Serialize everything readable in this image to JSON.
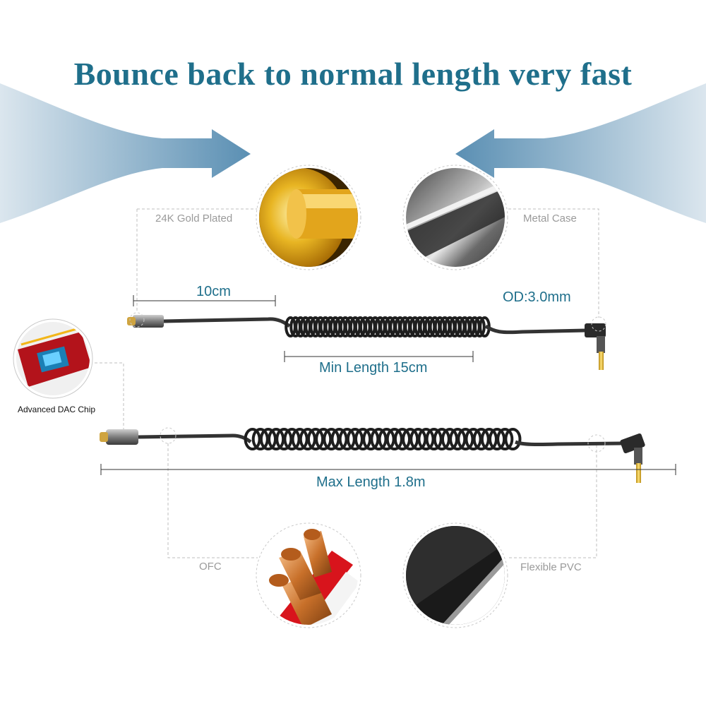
{
  "headline": "Bounce back to normal length very fast",
  "callouts": {
    "gold": "24K Gold Plated",
    "metal": "Metal Case",
    "ofc": "OFC",
    "pvc": "Flexible PVC",
    "dac": "Advanced DAC Chip"
  },
  "measurements": {
    "connector_length": "10cm",
    "outer_diameter": "OD:3.0mm",
    "min_length": "Min Length 15cm",
    "max_length": "Max Length 1.8m"
  },
  "colors": {
    "accent": "#1f6f8b",
    "arrow": "#5a8fb3",
    "gold": "#d9a21a",
    "cable": "#2b2b2b"
  },
  "icons": [
    "gold-plug-icon",
    "metal-case-icon",
    "copper-wire-icon",
    "pvc-jacket-icon",
    "dac-chip-icon",
    "usb-c-plug-icon",
    "audio-jack-icon"
  ]
}
